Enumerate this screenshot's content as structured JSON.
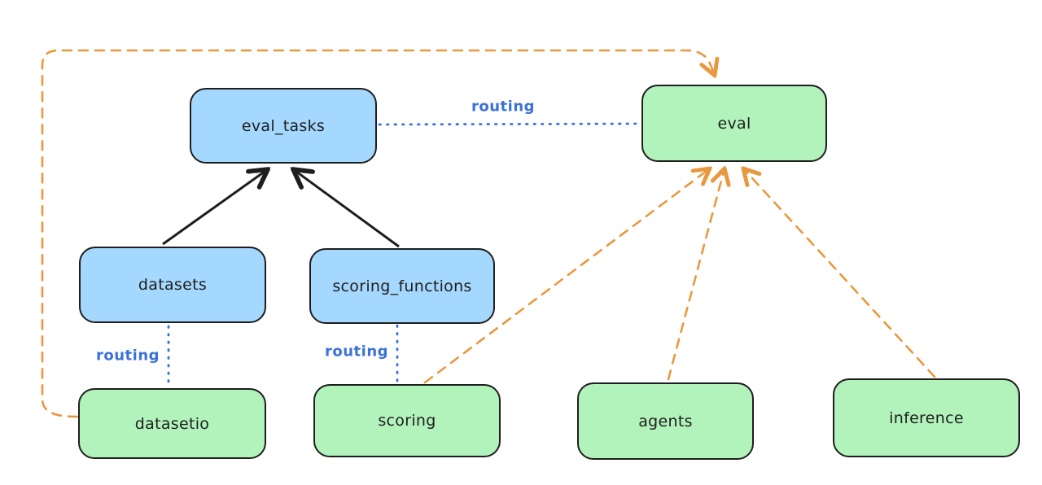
{
  "diagram": {
    "nodes": [
      {
        "id": "eval_tasks",
        "label": "eval_tasks",
        "color": "blue"
      },
      {
        "id": "eval",
        "label": "eval",
        "color": "green"
      },
      {
        "id": "datasets",
        "label": "datasets",
        "color": "blue"
      },
      {
        "id": "scoring_functions",
        "label": "scoring_functions",
        "color": "blue"
      },
      {
        "id": "datasetio",
        "label": "datasetio",
        "color": "green"
      },
      {
        "id": "scoring",
        "label": "scoring",
        "color": "green"
      },
      {
        "id": "agents",
        "label": "agents",
        "color": "green"
      },
      {
        "id": "inference",
        "label": "inference",
        "color": "green"
      }
    ],
    "edge_labels": [
      {
        "id": "routing-eval_tasks-eval",
        "label": "routing"
      },
      {
        "id": "routing-datasets-datasetio",
        "label": "routing"
      },
      {
        "id": "routing-scoring_functions-scoring",
        "label": "routing"
      }
    ],
    "edges": [
      {
        "from": "datasets",
        "to": "eval_tasks",
        "style": "solid-black-arrow"
      },
      {
        "from": "scoring_functions",
        "to": "eval_tasks",
        "style": "solid-black-arrow"
      },
      {
        "from": "eval_tasks",
        "to": "eval",
        "style": "dotted-blue",
        "label": "routing"
      },
      {
        "from": "datasets",
        "to": "datasetio",
        "style": "dotted-blue",
        "label": "routing"
      },
      {
        "from": "scoring_functions",
        "to": "scoring",
        "style": "dotted-blue",
        "label": "routing"
      },
      {
        "from": "scoring",
        "to": "eval",
        "style": "dashed-orange-arrow"
      },
      {
        "from": "agents",
        "to": "eval",
        "style": "dashed-orange-arrow"
      },
      {
        "from": "inference",
        "to": "eval",
        "style": "dashed-orange-arrow"
      },
      {
        "from": "datasetio",
        "to": "eval",
        "style": "dashed-orange-arrow-loop"
      }
    ],
    "colors": {
      "node_blue_fill": "#a5d8ff",
      "node_green_fill": "#b2f2bb",
      "stroke_dark": "#1e1e1e",
      "routing_blue": "#3b72d8",
      "orange_dashed": "#e8993f",
      "background": "#ffffff"
    }
  }
}
